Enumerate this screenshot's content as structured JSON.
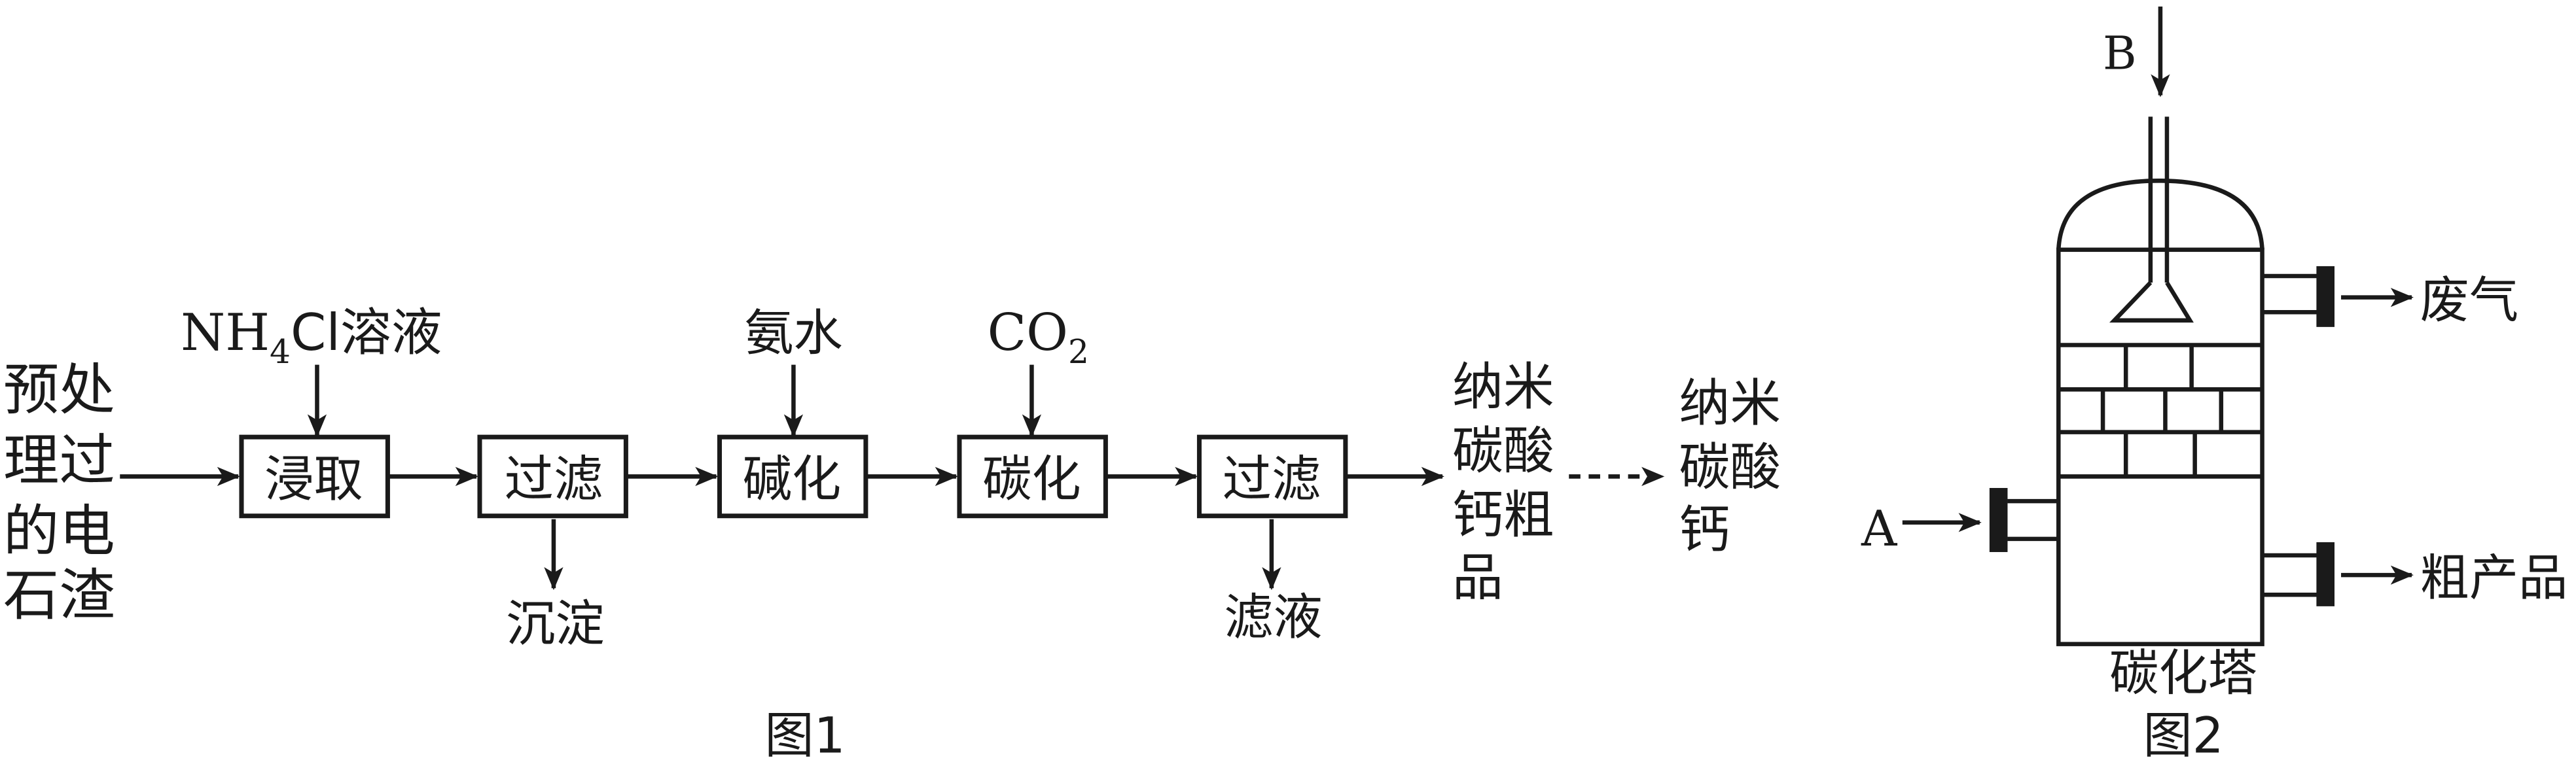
{
  "figure1": {
    "caption": "图1",
    "input_material": [
      "预处",
      "理过",
      "的电",
      "石渣"
    ],
    "steps": [
      {
        "label": "浸取",
        "input": "NH4Cl溶液",
        "input_main": "NH",
        "input_sub": "4",
        "input_rest": "Cl溶液"
      },
      {
        "label": "过滤",
        "output": "沉淀"
      },
      {
        "label": "碱化",
        "input": "氨水"
      },
      {
        "label": "碳化",
        "input": "CO2",
        "input_main": "CO",
        "input_sub": "2"
      },
      {
        "label": "过滤",
        "output": "滤液"
      }
    ],
    "crude_product": [
      "纳米",
      "碳酸",
      "钙粗",
      "品"
    ],
    "final_product": [
      "纳米",
      "碳酸",
      "钙"
    ]
  },
  "figure2": {
    "caption": "图2",
    "title": "碳化塔",
    "inlet_a": "A",
    "inlet_b": "B",
    "outlet_top": "废气",
    "outlet_bottom": "粗产品"
  }
}
